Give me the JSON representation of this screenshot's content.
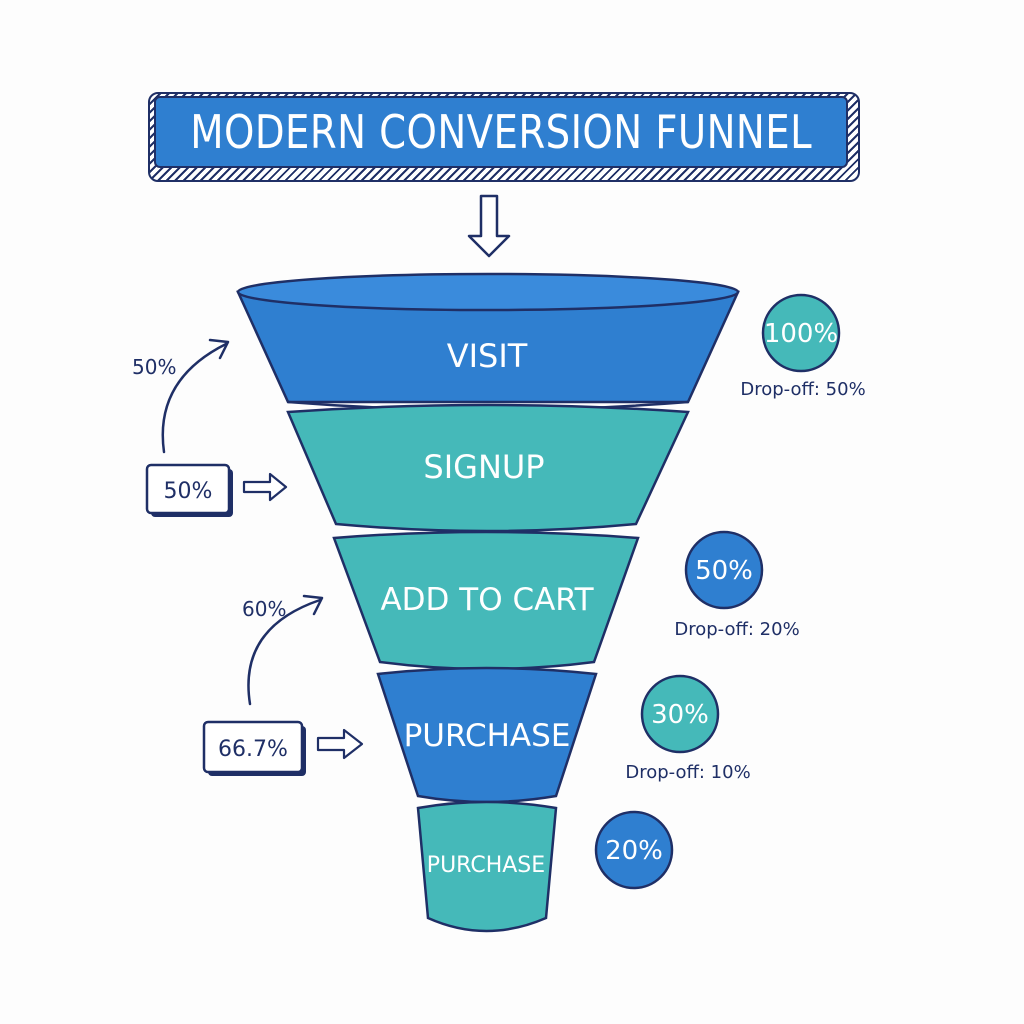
{
  "title": "MODERN CONVERSION FUNNEL",
  "colors": {
    "blue": "#2f7fd0",
    "teal": "#45b9b9",
    "outline": "#1f2f66",
    "background": "#fdfdfd"
  },
  "stages": [
    {
      "label": "VISIT",
      "color": "blue"
    },
    {
      "label": "SIGNUP",
      "color": "teal"
    },
    {
      "label": "ADD TO CART",
      "color": "teal"
    },
    {
      "label": "PURCHASE",
      "color": "blue"
    },
    {
      "label": "PURCHASE",
      "color": "teal"
    }
  ],
  "percent_badges": [
    {
      "value": "100%",
      "dropoff": "Drop-off: 50%",
      "color": "teal"
    },
    {
      "value": "50%",
      "dropoff": "Drop-off: 20%",
      "color": "blue"
    },
    {
      "value": "30%",
      "dropoff": "Drop-off: 10%",
      "color": "teal"
    },
    {
      "value": "20%",
      "dropoff": "",
      "color": "blue"
    }
  ],
  "rate_notes": [
    {
      "curve_label": "50%",
      "box_label": "50%"
    },
    {
      "curve_label": "60%",
      "box_label": "66.7%"
    }
  ]
}
